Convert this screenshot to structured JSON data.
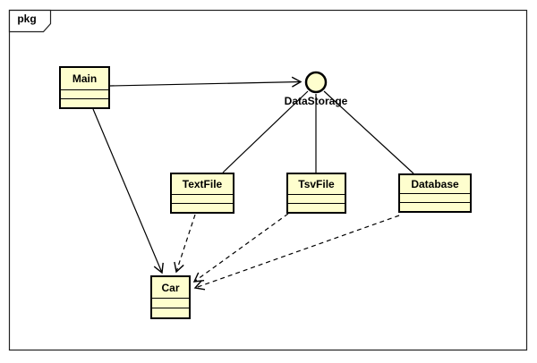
{
  "diagram": {
    "kind": "uml-package-class-diagram",
    "frame_label": "pkg",
    "interface": {
      "name": "DataStorage",
      "notation": "lollipop-circle"
    },
    "classes": [
      {
        "name": "Main"
      },
      {
        "name": "TextFile"
      },
      {
        "name": "TsvFile"
      },
      {
        "name": "Database"
      },
      {
        "name": "Car"
      }
    ],
    "relationships": [
      {
        "from": "Main",
        "to": "DataStorage",
        "style": "solid",
        "arrow": "open"
      },
      {
        "from": "DataStorage",
        "to": "TextFile",
        "style": "solid",
        "arrow": "none"
      },
      {
        "from": "DataStorage",
        "to": "TsvFile",
        "style": "solid",
        "arrow": "none"
      },
      {
        "from": "DataStorage",
        "to": "Database",
        "style": "solid",
        "arrow": "none"
      },
      {
        "from": "Main",
        "to": "Car",
        "style": "solid",
        "arrow": "open"
      },
      {
        "from": "TextFile",
        "to": "Car",
        "style": "dashed",
        "arrow": "open"
      },
      {
        "from": "TsvFile",
        "to": "Car",
        "style": "dashed",
        "arrow": "open"
      },
      {
        "from": "Database",
        "to": "Car",
        "style": "dashed",
        "arrow": "open"
      }
    ],
    "colors": {
      "class_fill": "#FEFECE",
      "border": "#000000",
      "frame_border": "#222222",
      "background": "#FFFFFF"
    }
  }
}
